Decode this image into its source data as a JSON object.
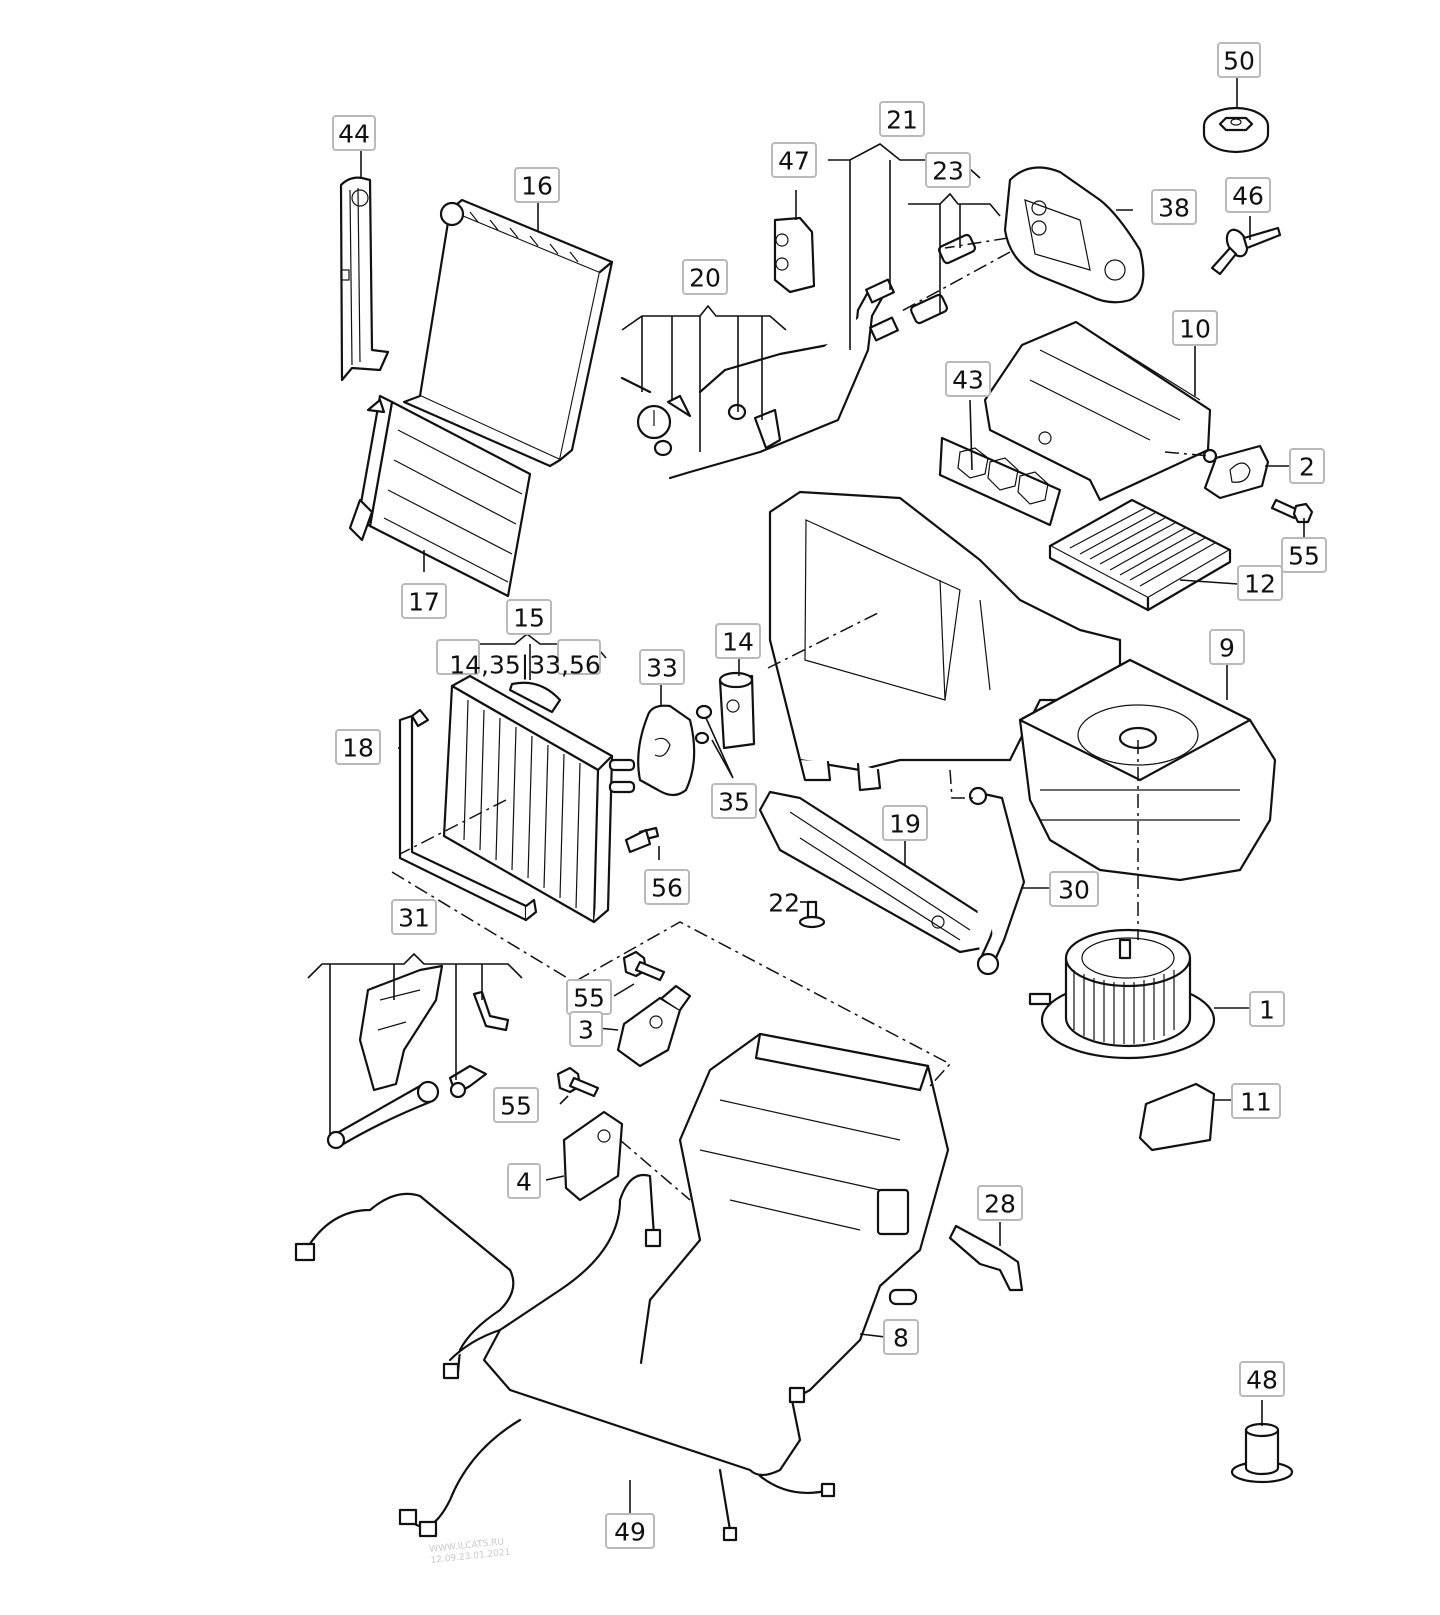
{
  "diagram": {
    "type": "exploded-parts-diagram",
    "subject": "Heating / air-conditioning unit (evaporator housing, blower, heater core, wiring)",
    "background": "#ffffff",
    "line_color": "#111111",
    "callout_border_color": "#b9b9b9"
  },
  "callouts": [
    {
      "id": "c50",
      "label": "50",
      "part": "nut-with-washer"
    },
    {
      "id": "c44",
      "label": "44",
      "part": "side-cover-strip"
    },
    {
      "id": "c21",
      "label": "21",
      "part": "refrigerant-line-set"
    },
    {
      "id": "c47",
      "label": "47",
      "part": "valve-block"
    },
    {
      "id": "c23",
      "label": "23",
      "part": "line-connectors"
    },
    {
      "id": "c16",
      "label": "16",
      "part": "evaporator"
    },
    {
      "id": "c46",
      "label": "46",
      "part": "expansion-rivet"
    },
    {
      "id": "c38",
      "label": "38",
      "part": "bulkhead-seal-plate"
    },
    {
      "id": "c20",
      "label": "20",
      "part": "line-fittings-set"
    },
    {
      "id": "c10",
      "label": "10",
      "part": "air-distribution-housing-top"
    },
    {
      "id": "c43",
      "label": "43",
      "part": "honeycomb-grille"
    },
    {
      "id": "c2",
      "label": "2",
      "part": "servo-motor"
    },
    {
      "id": "c55a",
      "label": "55",
      "part": "bolt"
    },
    {
      "id": "c12",
      "label": "12",
      "part": "cabin-air-filter"
    },
    {
      "id": "c17",
      "label": "17",
      "part": "heat-exchanger"
    },
    {
      "id": "c15",
      "label": "15",
      "part": "evaporator-assembly"
    },
    {
      "id": "c15sub",
      "label": "14,35|33,56",
      "part": "evaporator-assembly-subparts"
    },
    {
      "id": "c33",
      "label": "33",
      "part": "seal"
    },
    {
      "id": "c14",
      "label": "14",
      "part": "expansion-valve"
    },
    {
      "id": "c9",
      "label": "9",
      "part": "blower-housing"
    },
    {
      "id": "c18",
      "label": "18",
      "part": "seal-strip"
    },
    {
      "id": "c35",
      "label": "35",
      "part": "o-rings"
    },
    {
      "id": "c19",
      "label": "19",
      "part": "drain-cover"
    },
    {
      "id": "c56",
      "label": "56",
      "part": "screw"
    },
    {
      "id": "c22",
      "label": "22",
      "part": "clip-screw",
      "boxed": false
    },
    {
      "id": "c30",
      "label": "30",
      "part": "drain-hose"
    },
    {
      "id": "c31",
      "label": "31",
      "part": "linkage-set"
    },
    {
      "id": "c1",
      "label": "1",
      "part": "blower-motor"
    },
    {
      "id": "c55b",
      "label": "55",
      "part": "bolt"
    },
    {
      "id": "c3",
      "label": "3",
      "part": "servo-motor"
    },
    {
      "id": "c55c",
      "label": "55",
      "part": "bolt"
    },
    {
      "id": "c11",
      "label": "11",
      "part": "cover"
    },
    {
      "id": "c4",
      "label": "4",
      "part": "servo-motor"
    },
    {
      "id": "c28",
      "label": "28",
      "part": "temperature-sensor"
    },
    {
      "id": "c8",
      "label": "8",
      "part": "heater-housing"
    },
    {
      "id": "c48",
      "label": "48",
      "part": "cap"
    },
    {
      "id": "c49",
      "label": "49",
      "part": "wiring-harness"
    }
  ],
  "watermark": {
    "line1": "WWW.ILCATS.RU",
    "line2": "12.09.23.01.2021"
  }
}
